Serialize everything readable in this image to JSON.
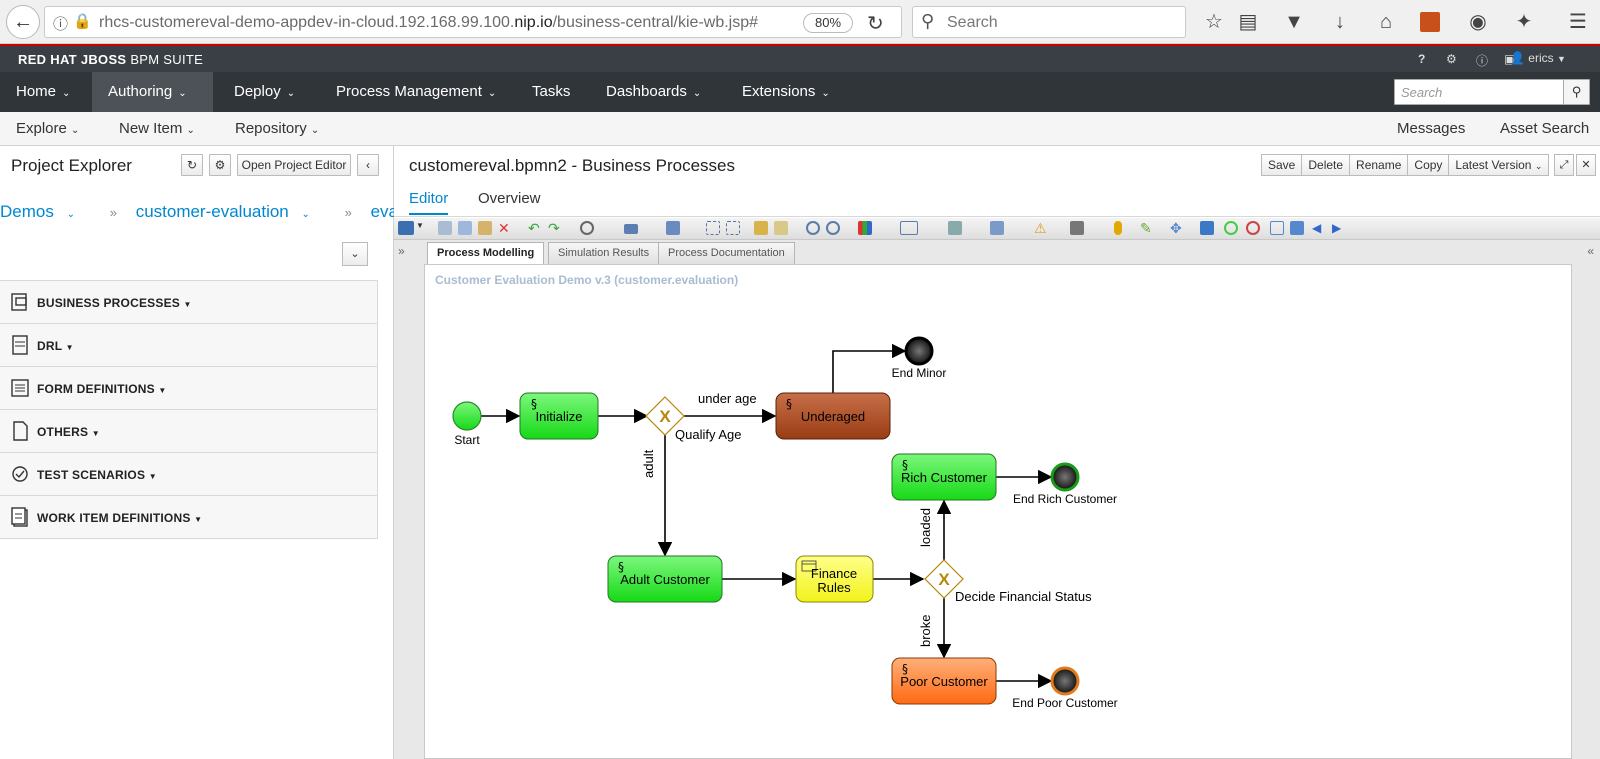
{
  "browser": {
    "url_prefix": "rhcs-customereval-demo-appdev-in-cloud.192.168.99.100.",
    "url_domain": "nip.io",
    "url_suffix": "/business-central/kie-wb.jsp#",
    "zoom": "80%",
    "search_placeholder": "Search"
  },
  "app": {
    "brand_bold": "RED HAT JBOSS",
    "brand_thin": "BPM SUITE",
    "user": "erics"
  },
  "main_nav": {
    "items": [
      "Home",
      "Authoring",
      "Deploy",
      "Process Management",
      "Tasks",
      "Dashboards",
      "Extensions"
    ],
    "active": "Authoring",
    "search_placeholder": "Search"
  },
  "sub_nav": {
    "left": [
      "Explore",
      "New Item",
      "Repository"
    ],
    "right": [
      "Messages",
      "Asset Search"
    ]
  },
  "project_explorer": {
    "title": "Project Explorer",
    "open_editor_label": "Open Project Editor",
    "breadcrumb": [
      "Demos",
      "customer-evaluation",
      "evaluation"
    ],
    "categories": [
      "BUSINESS PROCESSES",
      "DRL",
      "FORM DEFINITIONS",
      "OTHERS",
      "TEST SCENARIOS",
      "WORK ITEM DEFINITIONS"
    ]
  },
  "editor": {
    "title": "customereval.bpmn2 - Business Processes",
    "actions": [
      "Save",
      "Delete",
      "Rename",
      "Copy",
      "Latest Version"
    ],
    "tabs": [
      "Editor",
      "Overview"
    ],
    "designer_tabs": [
      "Process Modelling",
      "Simulation Results",
      "Process Documentation"
    ],
    "canvas_title": "Customer Evaluation Demo v.3 (customer.evaluation)"
  },
  "diagram": {
    "nodes": {
      "start": "Start",
      "initialize": "Initialize",
      "qualify_age": "Qualify Age",
      "underaged": "Underaged",
      "end_minor": "End Minor",
      "adult_customer": "Adult Customer",
      "finance_rules_1": "Finance",
      "finance_rules_2": "Rules",
      "decide_status": "Decide Financial Status",
      "rich_customer": "Rich Customer",
      "end_rich": "End Rich Customer",
      "poor_customer": "Poor Customer",
      "end_poor": "End Poor Customer"
    },
    "edges": {
      "under_age": "under age",
      "adult": "adult",
      "loaded": "loaded",
      "broke": "broke"
    },
    "colors": {
      "green_task": "#22e622",
      "brown_task": "#a0421a",
      "yellow_task": "#f7f728",
      "orange_task": "#ff7722",
      "gateway": "#b8860b"
    }
  }
}
